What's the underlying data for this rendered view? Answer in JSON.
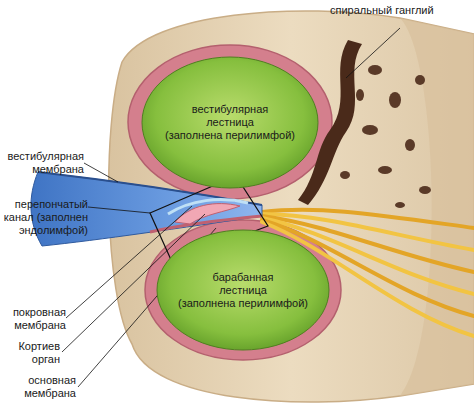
{
  "diagram": {
    "nodes": [
      {
        "text": [
          "вестибулярная лестница",
          "(заполнена перилимфой)"
        ]
      },
      {
        "text": [
          "барабанная лестница",
          "(заполнена перилимфой)"
        ]
      }
    ],
    "labels": [
      "спиральный ганглий",
      "вестибулярная мембрана",
      "перепончатый канал (заполнен эндолимфой)",
      "покровная мембрана",
      "Кортиев орган",
      "основная мембрана"
    ]
  }
}
